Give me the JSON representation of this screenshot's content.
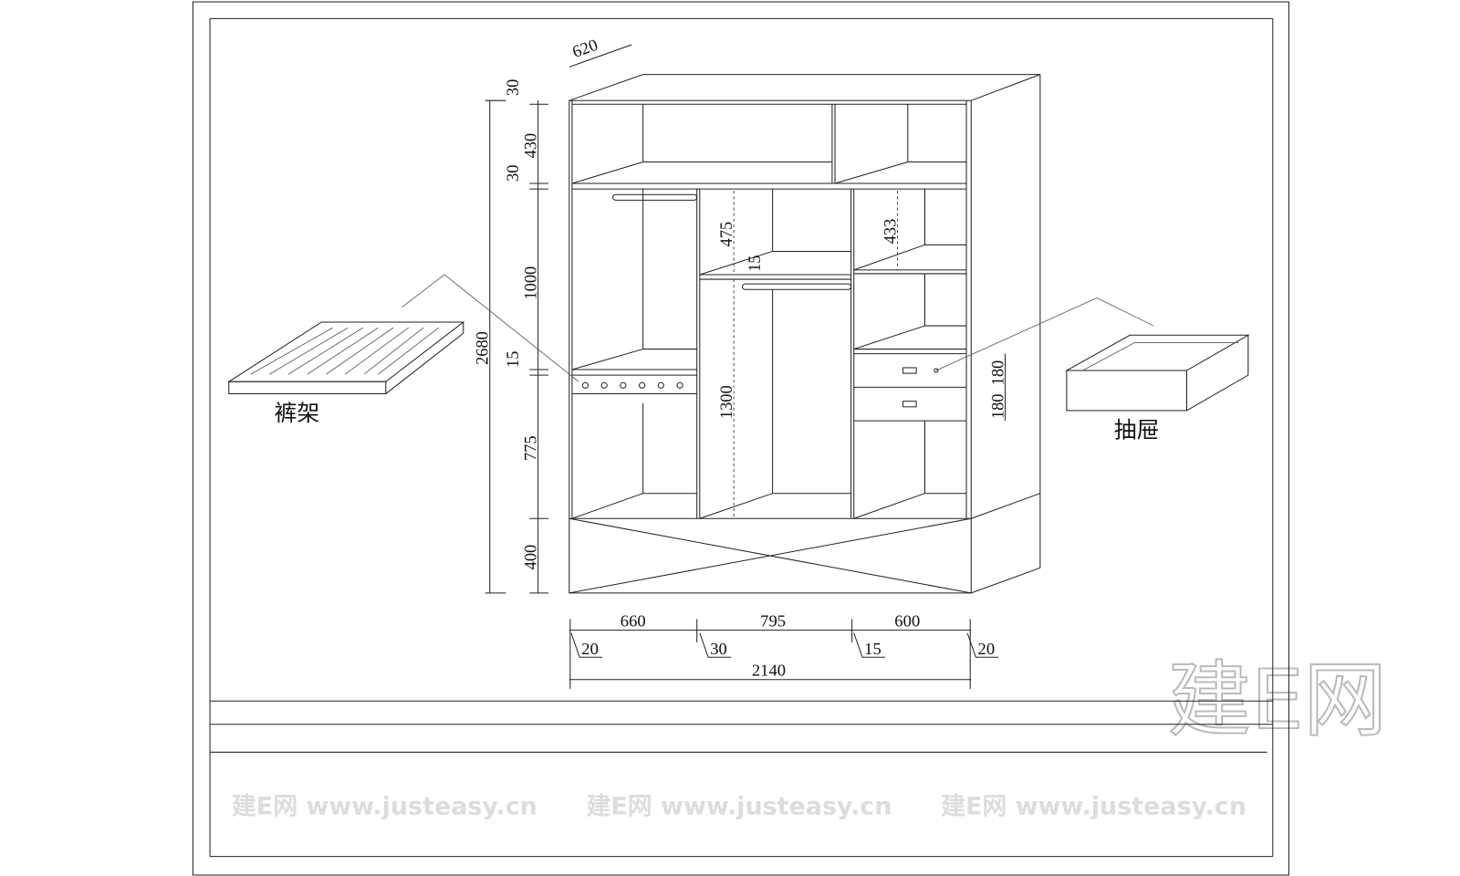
{
  "drawing": {
    "labels": {
      "pants_rack": "裤架",
      "drawer": "抽屉"
    },
    "dimensions": {
      "depth": "620",
      "total_height": "2680",
      "top_board": "30",
      "top_compartment": "430",
      "shelf_board": "30",
      "hanging_upper": "1000",
      "pants_rack_board": "15",
      "lower_compartment": "775",
      "base": "400",
      "middle_upper": "475",
      "middle_shelf": "15",
      "middle_hanging": "1300",
      "right_upper": "433",
      "drawer_1": "180",
      "drawer_2": "180",
      "width_left": "660",
      "width_middle": "795",
      "width_right": "600",
      "side_left": "20",
      "divider_1": "30",
      "divider_2": "15",
      "side_right": "20",
      "total_width": "2140"
    }
  },
  "watermark": {
    "logo": "建E网",
    "text": "建E网 www.justeasy.cn"
  }
}
